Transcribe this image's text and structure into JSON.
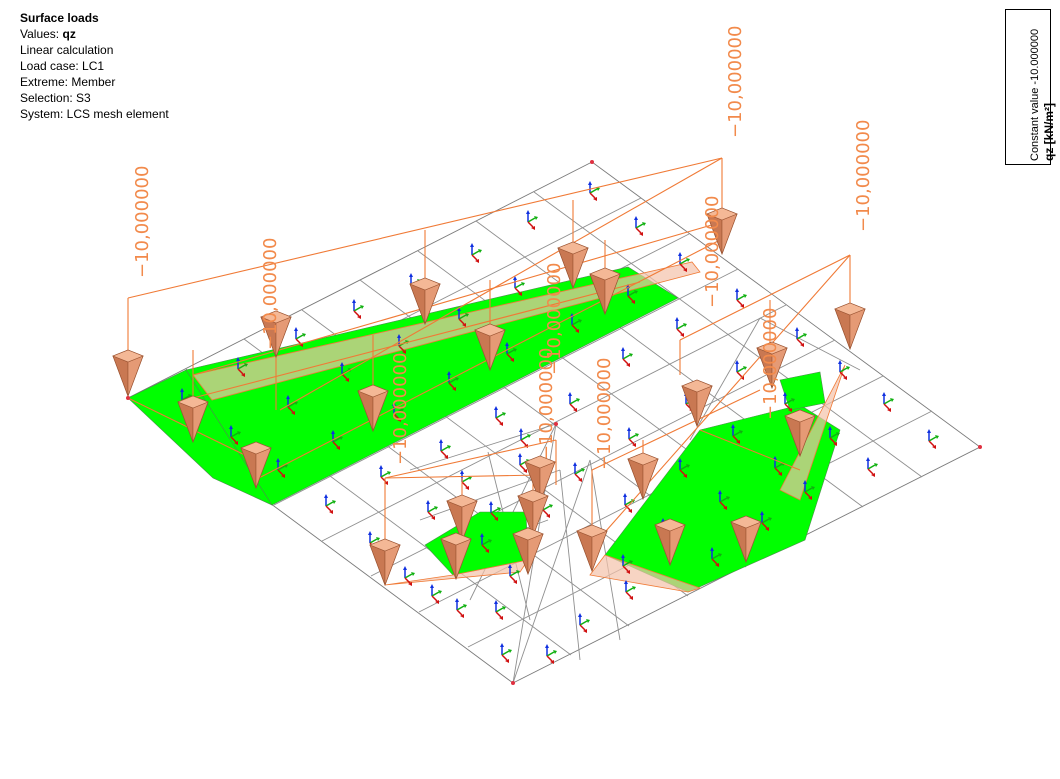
{
  "info": {
    "title": "Surface loads",
    "values_label": "Values:",
    "values_symbol": "qz",
    "calc": "Linear calculation",
    "load_case": "Load case: LC1",
    "extreme": "Extreme: Member",
    "selection": "Selection: S3",
    "system": "System: LCS mesh element"
  },
  "legend": {
    "constant_value": "Constant value -10.000000",
    "symbol": "qz",
    "unit": "[kN/m²]"
  },
  "load_value_label": "−10,000000",
  "colors": {
    "load_line": "#f07a36",
    "arrow_fill": "#e5936a",
    "loaded_surface": "#00ff00",
    "load_plane": "#f3c2aa",
    "mesh": "#8f8f8f",
    "lcs_x": "#d01010",
    "lcs_y": "#10b010",
    "lcs_z": "#1030e0"
  },
  "icons": [
    "load-arrow-icon",
    "lcs-axes-icon",
    "node-point-icon"
  ]
}
